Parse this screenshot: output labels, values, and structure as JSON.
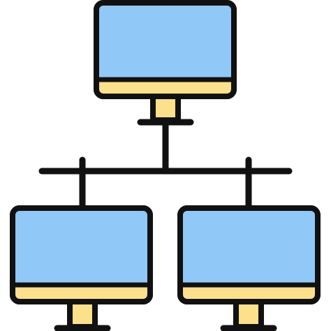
{
  "icon": {
    "name": "network-computers-icon",
    "colors": {
      "screen": "#90c8f8",
      "base": "#fde08a",
      "stroke": "#111111",
      "background": "#ffffff"
    },
    "nodes": [
      "top-computer",
      "bottom-left-computer",
      "bottom-right-computer"
    ]
  }
}
